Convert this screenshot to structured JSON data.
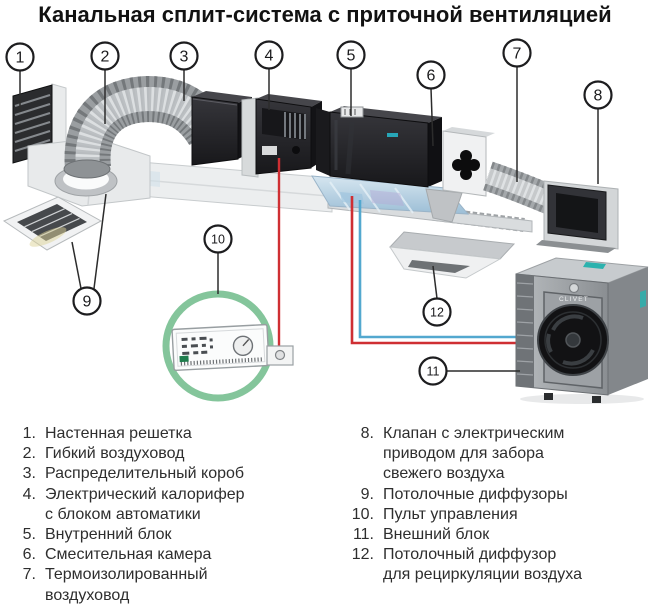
{
  "title": "Канальная сплит-система с приточной вентиляцией",
  "diagram": {
    "brand_label": "CLIVET",
    "colors": {
      "refrigerant_red": "#cf2f33",
      "refrigerant_blue": "#53a8cf",
      "highlight_green": "#84c59b"
    },
    "callouts": [
      {
        "n": "1"
      },
      {
        "n": "2"
      },
      {
        "n": "3"
      },
      {
        "n": "4"
      },
      {
        "n": "5"
      },
      {
        "n": "6"
      },
      {
        "n": "7"
      },
      {
        "n": "8"
      },
      {
        "n": "9"
      },
      {
        "n": "10"
      },
      {
        "n": "11"
      },
      {
        "n": "12"
      }
    ]
  },
  "legend": {
    "left": [
      {
        "num": "1.",
        "text": "Настенная решетка"
      },
      {
        "num": "2.",
        "text": "Гибкий воздуховод"
      },
      {
        "num": "3.",
        "text": "Распределительный короб"
      },
      {
        "num": "4.",
        "text": "Электрический калорифер\nс блоком автоматики"
      },
      {
        "num": "5.",
        "text": "Внутренний блок"
      },
      {
        "num": "6.",
        "text": "Смесительная камера"
      },
      {
        "num": "7.",
        "text": "Термоизолированный\nвоздуховод"
      }
    ],
    "right": [
      {
        "num": "8.",
        "text": "Клапан с электрическим\nприводом для забора\nсвежего воздуха"
      },
      {
        "num": "9.",
        "text": "Потолочные диффузоры"
      },
      {
        "num": "10.",
        "text": "Пульт управления"
      },
      {
        "num": "11.",
        "text": "Внешний блок"
      },
      {
        "num": "12.",
        "text": "Потолочный диффузор\nдля рециркуляции воздуха"
      }
    ]
  }
}
